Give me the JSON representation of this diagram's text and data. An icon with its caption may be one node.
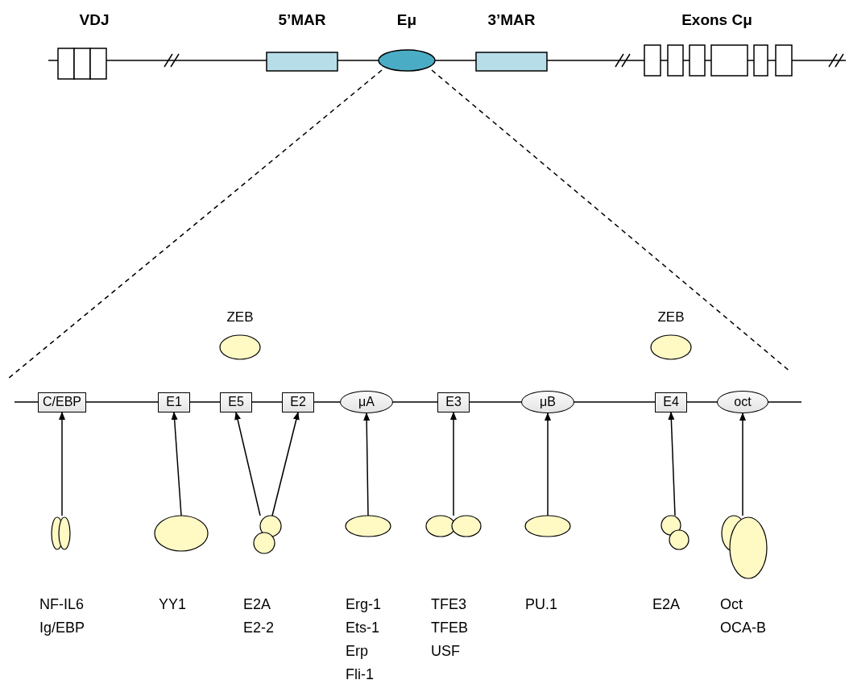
{
  "diagram": {
    "nodes": [
      {
        "text": [
          "VDJ"
        ]
      },
      {
        "text": [
          "5’MAR"
        ]
      },
      {
        "text": [
          "Eμ"
        ]
      },
      {
        "text": [
          "3’MAR"
        ]
      },
      {
        "text": [
          "Exons Cμ"
        ]
      },
      {
        "text": [
          "ZEB"
        ]
      },
      {
        "text": [
          "ZEB"
        ]
      },
      {
        "text": [
          "C/EBP"
        ]
      },
      {
        "text": [
          "E1"
        ]
      },
      {
        "text": [
          "E5"
        ]
      },
      {
        "text": [
          "E2"
        ]
      },
      {
        "text": [
          "μA"
        ]
      },
      {
        "text": [
          "E3"
        ]
      },
      {
        "text": [
          "μB"
        ]
      },
      {
        "text": [
          "E4"
        ]
      },
      {
        "text": [
          "oct"
        ]
      },
      {
        "text": [
          "NF-IL6 Ig/EBP"
        ]
      },
      {
        "text": [
          "YY1"
        ]
      },
      {
        "text": [
          "E2A E2-2"
        ]
      },
      {
        "text": [
          "Erg-1 Ets-1 Erp Fli-1"
        ]
      },
      {
        "text": [
          "TFE3 TFEB USF"
        ]
      },
      {
        "text": [
          "PU.1"
        ]
      },
      {
        "text": [
          "E2A"
        ]
      },
      {
        "text": [
          "Oct OCA-B"
        ]
      }
    ],
    "edges": [
      {
        "from": 16,
        "to": 7,
        "arrow": "to"
      },
      {
        "from": 17,
        "to": 8,
        "arrow": "to"
      },
      {
        "from": 18,
        "to": 9,
        "arrow": "to"
      },
      {
        "from": 18,
        "to": 10,
        "arrow": "to"
      },
      {
        "from": 19,
        "to": 11,
        "arrow": "to"
      },
      {
        "from": 20,
        "to": 12,
        "arrow": "to"
      },
      {
        "from": 21,
        "to": 13,
        "arrow": "to"
      },
      {
        "from": 22,
        "to": 14,
        "arrow": "to"
      },
      {
        "from": 23,
        "to": 15,
        "arrow": "to"
      },
      {
        "from": 2,
        "to": null,
        "arrow": "none",
        "style": "dashed"
      },
      {
        "from": 2,
        "to": null,
        "arrow": "none",
        "style": "dashed"
      }
    ]
  }
}
